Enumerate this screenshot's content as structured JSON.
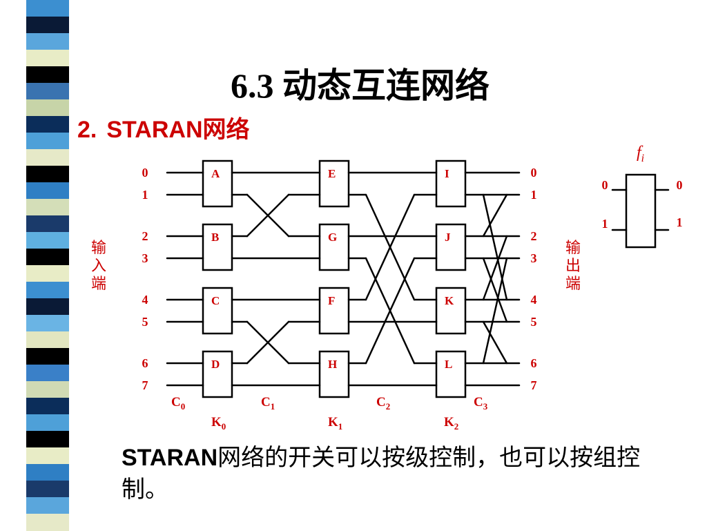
{
  "slide": {
    "title": "6.3 动态互连网络",
    "subtitle_num": "2.",
    "subtitle_text": "STARAN网络",
    "caption_lead": "STARAN",
    "caption_rest": "网络的开关可以按级控制，也可以按组控制。"
  },
  "stripe_colors": [
    "#3c8fd0",
    "#0a1a36",
    "#5aa6dc",
    "#e8ecc6",
    "#000000",
    "#3a73b0",
    "#c7d4a8",
    "#0b2d5a",
    "#4ea0d8",
    "#e6e9c8",
    "#000000",
    "#2f7fc4",
    "#d4deb8",
    "#1a3a6a",
    "#5fb0e0",
    "#000000",
    "#e8ecc6",
    "#3c8fd0",
    "#0a1a36",
    "#6ab4e4",
    "#e2e6c0",
    "#000000",
    "#3a80c8",
    "#d0dab4",
    "#0b2d5a",
    "#4ea0d8",
    "#000000",
    "#e8ecc6",
    "#2f7fc4",
    "#1a3a6a",
    "#5aa6dc",
    "#e6e9c8"
  ],
  "diagram": {
    "stage1_switches": [
      "A",
      "B",
      "C",
      "D"
    ],
    "stage2_switches": [
      "E",
      "G",
      "F",
      "H"
    ],
    "stage3_switches": [
      "I",
      "J",
      "K",
      "L"
    ],
    "input_numbers": [
      "0",
      "1",
      "2",
      "3",
      "4",
      "5",
      "6",
      "7"
    ],
    "output_numbers": [
      "0",
      "1",
      "2",
      "3",
      "4",
      "5",
      "6",
      "7"
    ],
    "input_label": [
      "输",
      "入",
      "端"
    ],
    "output_label": [
      "输",
      "出",
      "端"
    ],
    "c_labels": [
      "C",
      "C",
      "C",
      "C"
    ],
    "c_subs": [
      "0",
      "1",
      "2",
      "3"
    ],
    "k_labels": [
      "K",
      "K",
      "K"
    ],
    "k_subs": [
      "0",
      "1",
      "2"
    ],
    "legend": {
      "symbol": "f",
      "symbol_sub": "i",
      "in_labels": [
        "0",
        "1"
      ],
      "out_labels": [
        "0",
        "1"
      ]
    },
    "colors": {
      "red": "#cc0000",
      "line": "#000000"
    }
  }
}
